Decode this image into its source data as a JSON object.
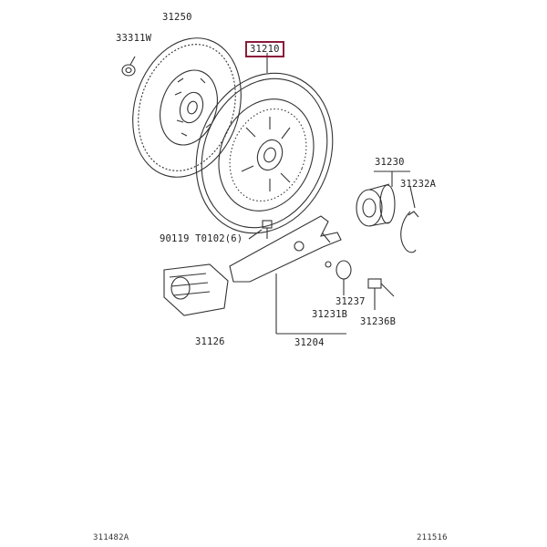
{
  "diagram": {
    "labels": {
      "clutch_disc": "31250",
      "pilot_bearing": "33311W",
      "clutch_cover": "31210",
      "release_bearing": "31230",
      "release_clip": "31232A",
      "bolt": "90119  T0102(6)",
      "release_fork_boot": "31126",
      "release_fork": "31204",
      "fork_support": "31237",
      "fork_sub": "31231B",
      "pivot_stud": "31236B"
    },
    "highlighted_part": "31210",
    "highlight_color": "#8b1a3a",
    "footer": {
      "left_code": "311482A",
      "right_code": "211516"
    }
  }
}
